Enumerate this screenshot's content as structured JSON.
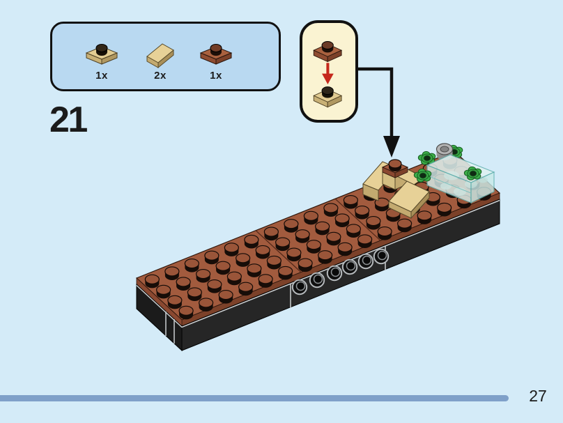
{
  "page": {
    "step_number": "21",
    "page_number": "27"
  },
  "parts_box": {
    "items": [
      {
        "icon": "tan-plate-1x1-icon",
        "count": "1x"
      },
      {
        "icon": "tan-slope-1x1-icon",
        "count": "2x"
      },
      {
        "icon": "nougat-plate-1x1-icon",
        "count": "1x"
      }
    ]
  },
  "hint_box": {
    "top_piece_icon": "nougat-plate-1x1-icon",
    "action_icon": "place-down-red-arrow-icon",
    "bottom_piece_icon": "tan-plate-1x1-icon"
  },
  "model": {
    "illustration_icon": "lego-assembly-isometric-icon",
    "pointer_icon": "placement-arrow-icon"
  },
  "palette": {
    "background": "#d4ebf8",
    "parts_box_fill": "#b9d9f1",
    "hint_box_fill": "#faf3d2",
    "outline": "#111111",
    "red_arrow": "#c5281c",
    "brown_plate": "#a25b3e",
    "brown_plate_side": "#7c4129",
    "brown_plate_end": "#8a4830",
    "stud_top": "#9a5539",
    "stud_body": "#170d08",
    "tan": "#e7d197",
    "tan_mid": "#c3aa70",
    "tan_dark": "#a98f58",
    "black_brick": "#262626",
    "black_brick_end": "#1b1b1b",
    "seam_light": "#cdd0d2",
    "trans_light_blue": "#dff2f1",
    "flower_green": "#3cae49",
    "flower_green_dark": "#155c20",
    "gray_round": "#b4b4b4",
    "footer_bar": "#7fa0c9",
    "text": "#1b1b1b"
  }
}
